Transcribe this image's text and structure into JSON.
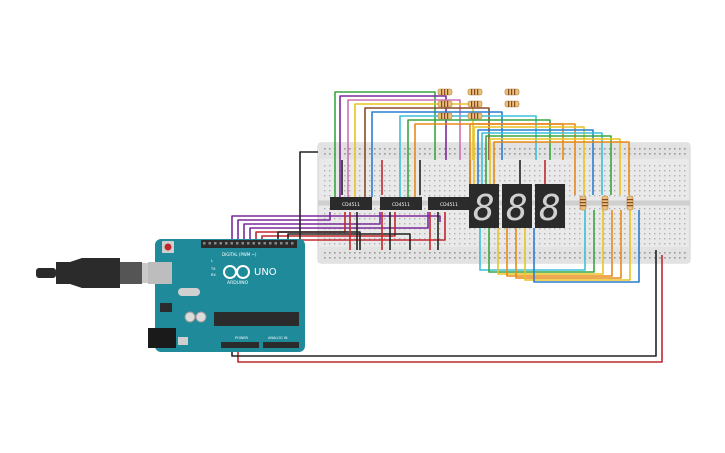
{
  "board": {
    "model_label": "UNO",
    "brand_label": "ARDUINO",
    "digital_header_label": "DIGITAL (PWM ~)",
    "power_label": "POWER",
    "analog_label": "ANALOG IN",
    "tx_label": "TX",
    "rx_label": "RX",
    "l_label": "L"
  },
  "chips": [
    {
      "label": "CD4511"
    },
    {
      "label": "CD4511"
    },
    {
      "label": "CD4511"
    }
  ],
  "displays": [
    {
      "digit": "8"
    },
    {
      "digit": "8"
    },
    {
      "digit": "8"
    }
  ],
  "colors": {
    "wire_purple": "#7a2a9c",
    "wire_red": "#c0282d",
    "wire_black": "#222222",
    "wire_green": "#3aa640",
    "wire_blue": "#2a7fd1",
    "wire_cyan": "#3cc0d8",
    "wire_yellow": "#e8c420",
    "wire_orange": "#e88a1a",
    "wire_brown": "#8a4a2a",
    "wire_pink": "#d070b0",
    "board_teal": "#1f8a9a",
    "breadboard": "#e9e9e9"
  }
}
